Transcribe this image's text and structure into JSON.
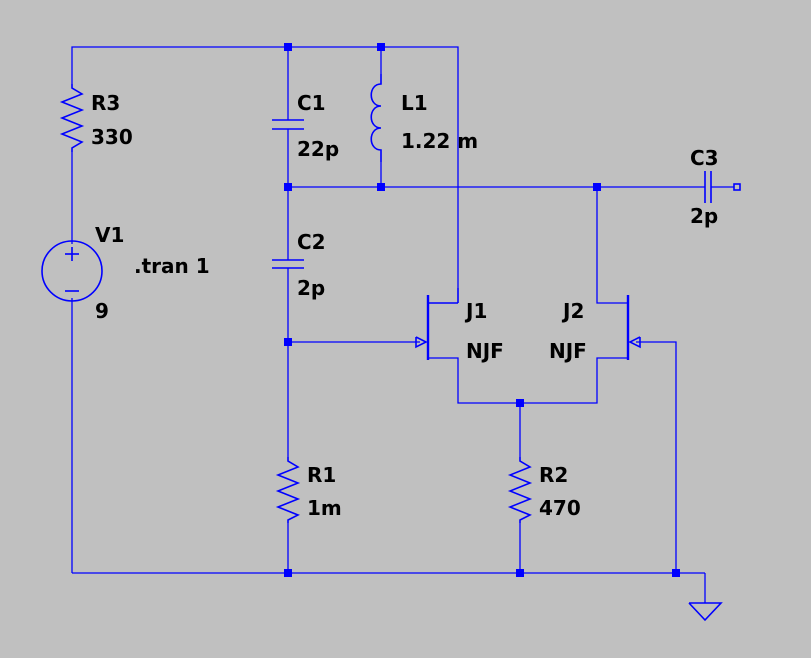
{
  "colors": {
    "background": "#c0c0c0",
    "wire": "#0000ff",
    "text": "#000000"
  },
  "components": {
    "R3": {
      "ref": "R3",
      "value": "330"
    },
    "V1": {
      "ref": "V1",
      "value": "9"
    },
    "C1": {
      "ref": "C1",
      "value": "22p"
    },
    "L1": {
      "ref": "L1",
      "value": "1.22 m"
    },
    "C2": {
      "ref": "C2",
      "value": "2p"
    },
    "C3": {
      "ref": "C3",
      "value": "2p"
    },
    "R1": {
      "ref": "R1",
      "value": "1m"
    },
    "R2": {
      "ref": "R2",
      "value": "470"
    },
    "J1": {
      "ref": "J1",
      "value": "NJF"
    },
    "J2": {
      "ref": "J2",
      "value": "NJF"
    }
  },
  "directive": ".tran 1",
  "icons": {
    "ground": "ground-icon",
    "source": "voltage-source-icon"
  }
}
